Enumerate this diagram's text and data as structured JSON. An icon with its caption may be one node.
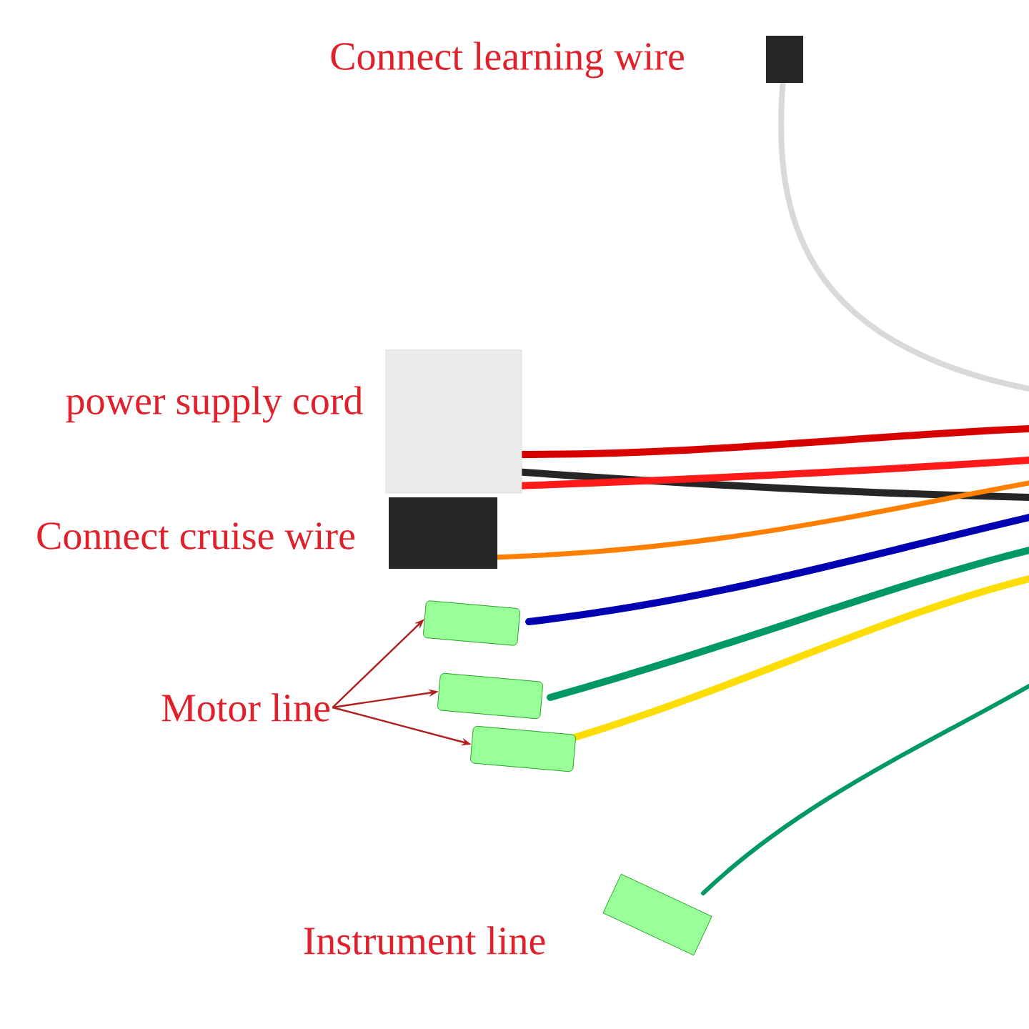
{
  "diagram": {
    "nodes": [
      {
        "text": [
          "Motor line"
        ]
      },
      {
        "text": [],
        "shape": "box"
      },
      {
        "text": [],
        "shape": "box"
      },
      {
        "text": [],
        "shape": "box"
      }
    ],
    "edges": [
      {
        "from": 0,
        "to": 1,
        "arrow": "to"
      },
      {
        "from": 0,
        "to": 2,
        "arrow": "to"
      },
      {
        "from": 0,
        "to": 3,
        "arrow": "to"
      }
    ],
    "labels": [
      "Connect learning wire",
      "power supply cord",
      "Connect cruise wire",
      "Instrument line"
    ]
  }
}
